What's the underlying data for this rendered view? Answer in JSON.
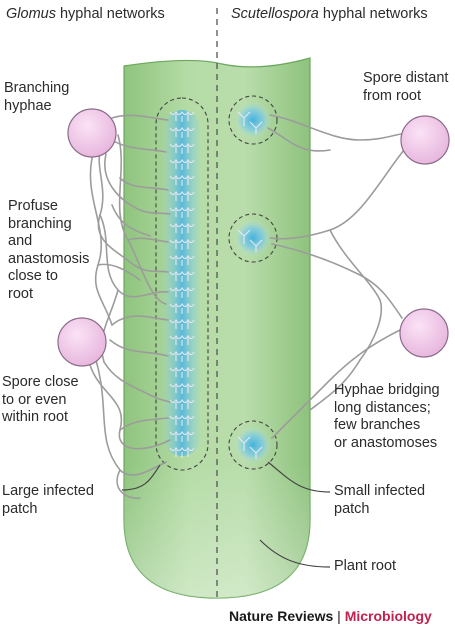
{
  "headers": {
    "left_genus": "Glomus",
    "left_rest": " hyphal networks",
    "right_genus": "Scutellospora",
    "right_rest": " hyphal networks"
  },
  "labels_left": {
    "branching_hyphae": [
      "Branching",
      "hyphae"
    ],
    "profuse_branching": [
      "Profuse",
      "branching",
      "and",
      "anastomosis",
      "close to",
      "root"
    ],
    "spore_close": [
      "Spore close",
      "to or even",
      "within root"
    ],
    "large_patch": [
      "Large infected",
      "patch"
    ]
  },
  "labels_right": {
    "spore_distant": [
      "Spore distant",
      "from root"
    ],
    "hyphae_bridging": [
      "Hyphae bridging",
      "long distances;",
      "few branches",
      "or anastomoses"
    ],
    "small_patch": [
      "Small infected",
      "patch"
    ],
    "plant_root": [
      "Plant root"
    ]
  },
  "credit": {
    "publisher": "Nature Reviews",
    "separator": " | ",
    "journal": "Microbiology"
  },
  "colors": {
    "root_fill": "#a9d49a",
    "root_edge": "#5d9a50",
    "infection": "#5bbde0",
    "spore_fill": "#f1c6e8",
    "spore_edge": "#8a6c8a",
    "hyphae": "#9a9a9a",
    "journal": "#c0214f"
  }
}
